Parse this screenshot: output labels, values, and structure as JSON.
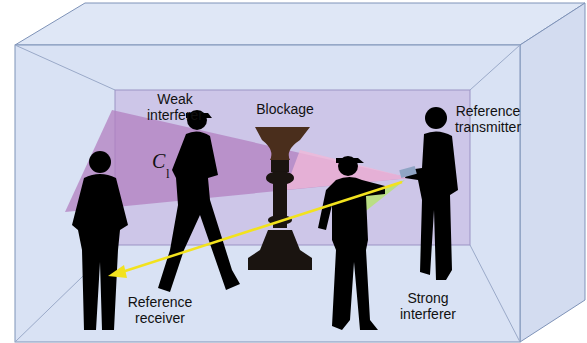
{
  "diagram": {
    "labels": [
      "Weak interferer",
      "Blockage",
      "Reference transmitter",
      "C",
      "l",
      "Reference receiver",
      "Strong interferer"
    ]
  }
}
